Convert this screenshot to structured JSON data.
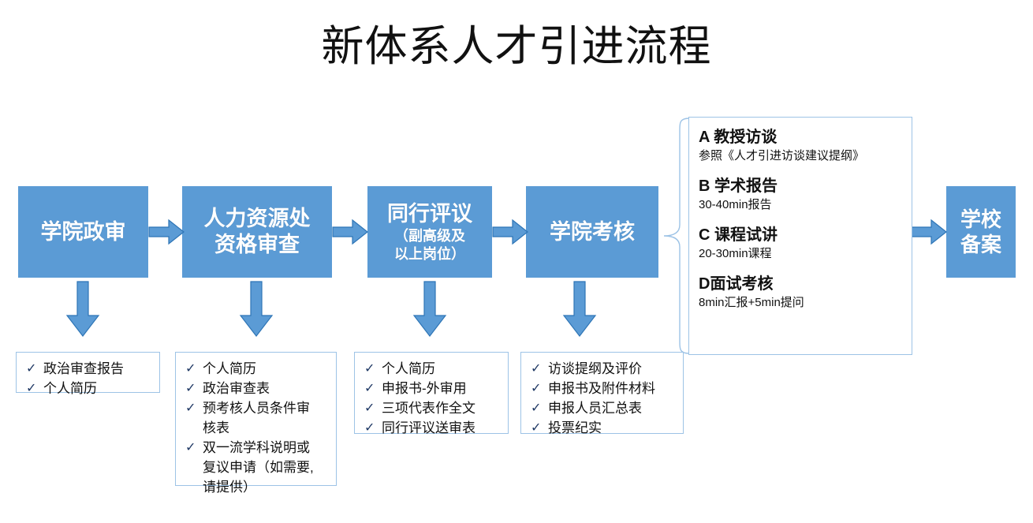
{
  "title": "新体系人才引进流程",
  "colors": {
    "box_fill": "#5B9BD5",
    "box_text": "#FFFFFF",
    "arrow_fill": "#5B9BD5",
    "arrow_stroke": "#2E75B6",
    "checklist_border": "#9DC3E6",
    "check_mark": "#1F3864",
    "panel_border": "#9DC3E6",
    "bracket_stroke": "#9DC3E6",
    "title_text": "#111111"
  },
  "process": {
    "steps": [
      {
        "id": "step-1",
        "line1": "学院政审",
        "line2": "",
        "sub1": "",
        "sub2": ""
      },
      {
        "id": "step-2",
        "line1": "人力资源处",
        "line2": "资格审查",
        "sub1": "",
        "sub2": ""
      },
      {
        "id": "step-3",
        "line1": "同行评议",
        "line2": "",
        "sub1": "（副高级及",
        "sub2": "以上岗位）"
      },
      {
        "id": "step-4",
        "line1": "学院考核",
        "line2": "",
        "sub1": "",
        "sub2": ""
      },
      {
        "id": "step-5",
        "line1": "学校",
        "line2": "备案",
        "sub1": "",
        "sub2": ""
      }
    ]
  },
  "assessment_panel": {
    "items": [
      {
        "head": "A  教授访谈",
        "desc": "参照《人才引进访谈建议提纲》"
      },
      {
        "head": "B  学术报告",
        "desc": "30-40min报告"
      },
      {
        "head": "C  课程试讲",
        "desc": "20-30min课程"
      },
      {
        "head": "D面试考核",
        "desc": "8min汇报+5min提问"
      }
    ]
  },
  "checklists": [
    {
      "id": "checklist-1",
      "check_glyph": "✓",
      "items": [
        "政治审查报告",
        "个人简历"
      ]
    },
    {
      "id": "checklist-2",
      "check_glyph": "✓",
      "items": [
        "个人简历",
        "政治审查表",
        "预考核人员条件审\n核表",
        "双一流学科说明或\n复议申请（如需要,\n请提供）"
      ]
    },
    {
      "id": "checklist-3",
      "check_glyph": "✓",
      "items": [
        "个人简历",
        "申报书-外审用",
        "三项代表作全文",
        "同行评议送审表"
      ]
    },
    {
      "id": "checklist-4",
      "check_glyph": "✓",
      "items": [
        "访谈提纲及评价",
        "申报书及附件材料",
        "申报人员汇总表",
        "投票纪实"
      ]
    }
  ]
}
